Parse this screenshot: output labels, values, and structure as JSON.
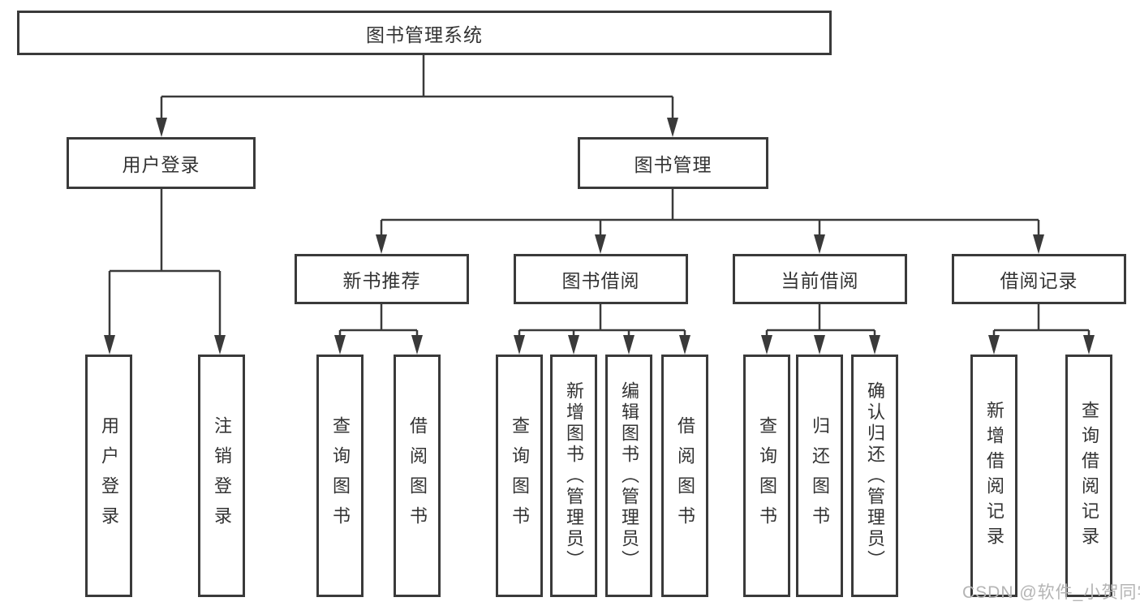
{
  "diagram": {
    "title": "图书管理系统",
    "level2": [
      {
        "label": "用户登录"
      },
      {
        "label": "图书管理"
      }
    ],
    "level3": [
      {
        "label": "新书推荐"
      },
      {
        "label": "图书借阅"
      },
      {
        "label": "当前借阅"
      },
      {
        "label": "借阅记录"
      }
    ],
    "level4": [
      {
        "label": "用户登录"
      },
      {
        "label": "注销登录"
      },
      {
        "label": "查询图书"
      },
      {
        "label": "借阅图书"
      },
      {
        "label": "查询图书"
      },
      {
        "label": "新增图书（管理员）"
      },
      {
        "label": "编辑图书（管理员）"
      },
      {
        "label": "借阅图书"
      },
      {
        "label": "查询图书"
      },
      {
        "label": "归还图书"
      },
      {
        "label": "确认归还（管理员）"
      },
      {
        "label": "新增借阅记录"
      },
      {
        "label": "查询借阅记录"
      }
    ]
  },
  "watermark": "CSDN @软件_小贺同学",
  "colors": {
    "line": "#3a3a3a",
    "text": "#333333",
    "watermark": "#b4b4b4",
    "background": "#ffffff"
  }
}
